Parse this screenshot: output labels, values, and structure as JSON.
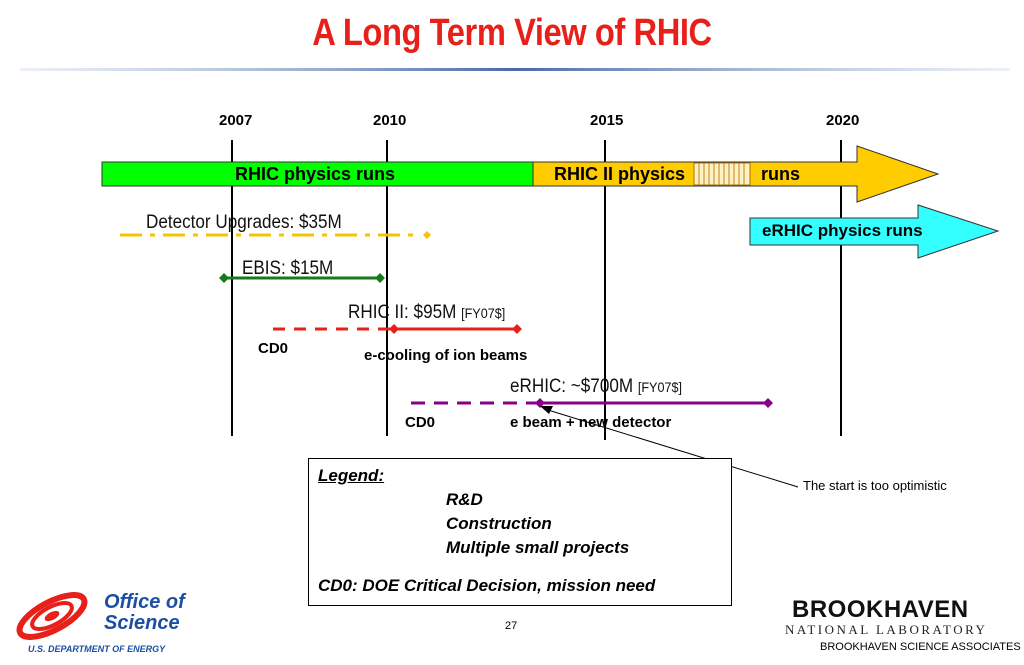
{
  "slide": {
    "title": "A Long Term View of RHIC",
    "page_number": "27"
  },
  "timeline": {
    "years": [
      "2007",
      "2010",
      "2015",
      "2020"
    ]
  },
  "bars": {
    "rhic_runs": "RHIC physics runs",
    "rhic2_physics": "RHIC II physics",
    "rhic2_runs": "runs",
    "erhic_runs": "eRHIC physics runs"
  },
  "projects": {
    "detector_upgrades": "Detector Upgrades: $35M",
    "ebis": "EBIS: $15M",
    "rhic2_cost": "RHIC II:  $95M",
    "rhic2_tag": "[FY07$]",
    "rhic2_cd0": "CD0",
    "ecooling": "e-cooling of ion beams",
    "erhic_cost": "eRHIC:  ~$700M",
    "erhic_tag": "[FY07$]",
    "erhic_cd0": "CD0",
    "ebeam": "e beam + new detector"
  },
  "legend": {
    "title": "Legend:",
    "rd": "R&D",
    "construction": "Construction",
    "multiple": "Multiple small projects",
    "cd0_def": "CD0:  DOE Critical Decision, mission need"
  },
  "annotation": {
    "note": "The start  is too optimistic"
  },
  "logos": {
    "doe_line1": "Office of",
    "doe_line2": "Science",
    "doe_sub": "U.S. DEPARTMENT OF ENERGY",
    "bnl_name": "BROOKHAVEN",
    "bnl_sub": "NATIONAL LABORATORY",
    "bnl_assoc": "BROOKHAVEN SCIENCE ASSOCIATES"
  },
  "colors": {
    "title": "#e8201a",
    "rhic_bar": "#00ff00",
    "rhic2_bar": "#ffcc00",
    "erhic_arrow": "#33ffff",
    "detector_line": "#f5c400",
    "ebis_line": "#1a7a1a",
    "rhic2_line": "#e8201a",
    "erhic_line": "#880088"
  }
}
